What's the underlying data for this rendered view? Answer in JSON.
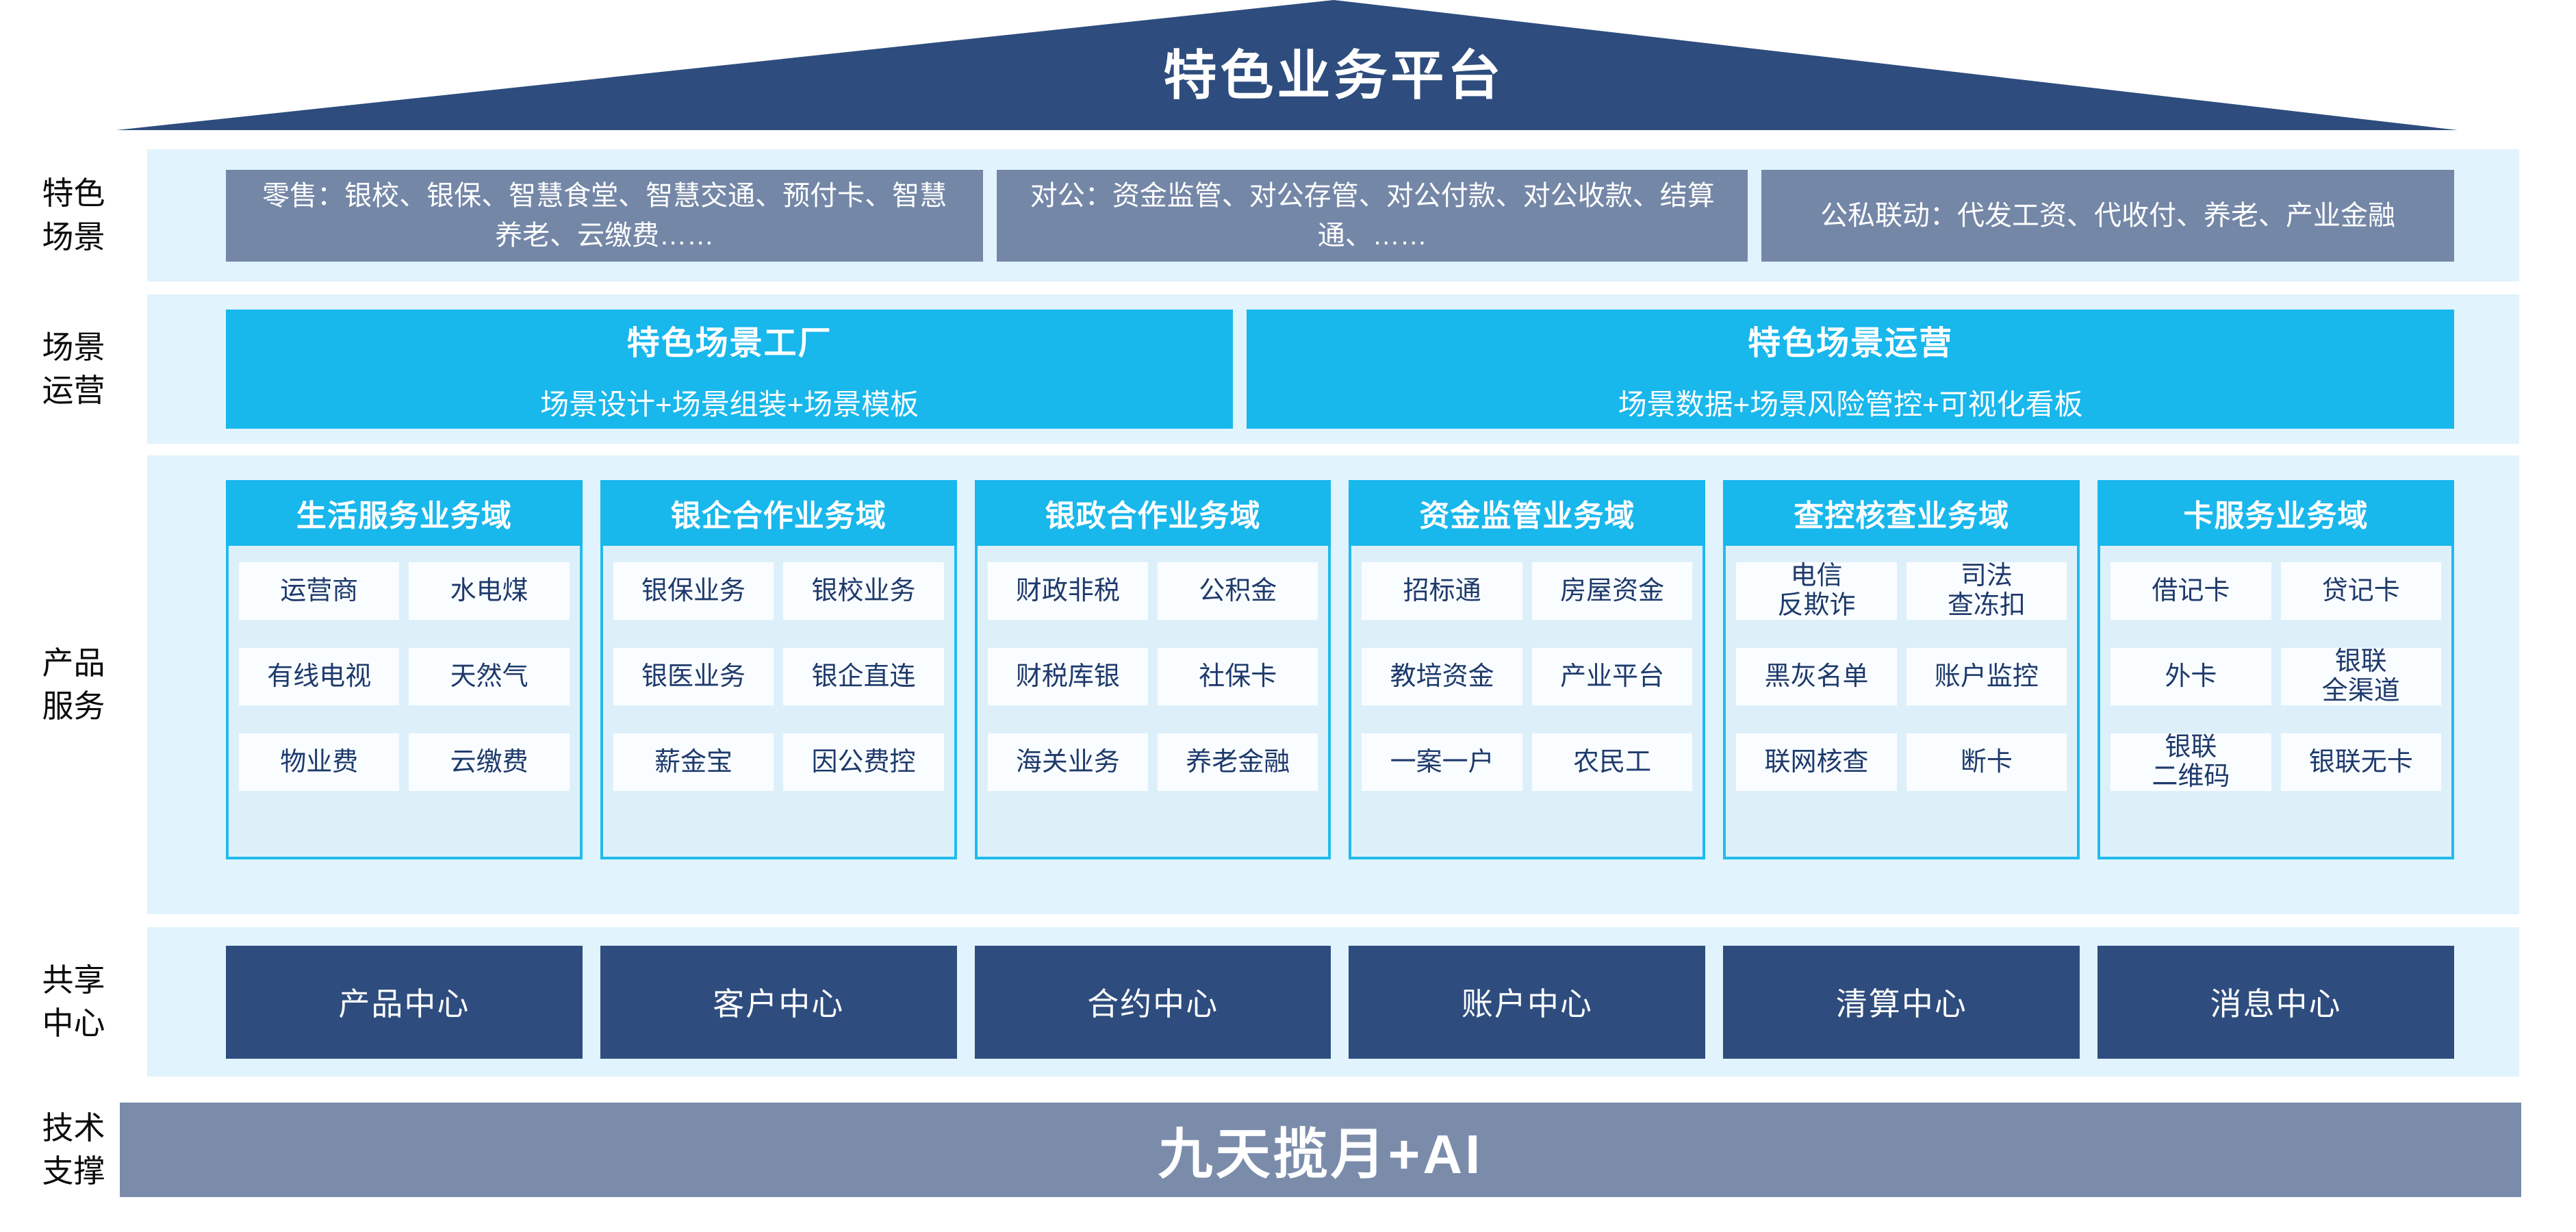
{
  "title": "特色业务平台",
  "colors": {
    "roof_navy": "#2e4d7e",
    "cyan": "#18b7ec",
    "scene_slate": "#7487a7",
    "panel_light_blue": "#e1f3fc",
    "column_body_blue": "#ddf0fa",
    "cell_text_navy": "#1e3a6c",
    "center_box_navy": "#2e4d7e",
    "tech_bar_slate": "#7b8cab"
  },
  "side_labels": {
    "scenes": "特色\n场景",
    "operation": "场景\n运营",
    "products": "产品\n服务",
    "shared": "共享\n中心",
    "tech": "技术\n支撑"
  },
  "scene_row": {
    "boxes": [
      "零售：银校、银保、智慧食堂、智慧交通、预付卡、智慧养老、云缴费……",
      "对公：资金监管、对公存管、对公付款、对公收款、结算通、……",
      "公私联动：代发工资、代收付、养老、产业金融"
    ]
  },
  "operation_row": {
    "factory": {
      "title": "特色场景工厂",
      "subtitle": "场景设计+场景组装+场景模板"
    },
    "ops": {
      "title": "特色场景运营",
      "subtitle": "场景数据+场景风险管控+可视化看板"
    }
  },
  "product_row": {
    "columns": [
      {
        "header": "生活服务业务域",
        "cells": [
          "运营商",
          "水电煤",
          "有线电视",
          "天然气",
          "物业费",
          "云缴费"
        ]
      },
      {
        "header": "银企合作业务域",
        "cells": [
          "银保业务",
          "银校业务",
          "银医业务",
          "银企直连",
          "薪金宝",
          "因公费控"
        ]
      },
      {
        "header": "银政合作业务域",
        "cells": [
          "财政非税",
          "公积金",
          "财税库银",
          "社保卡",
          "海关业务",
          "养老金融"
        ]
      },
      {
        "header": "资金监管业务域",
        "cells": [
          "招标通",
          "房屋资金",
          "教培资金",
          "产业平台",
          "一案一户",
          "农民工"
        ]
      },
      {
        "header": "查控核查业务域",
        "cells": [
          "电信\n反欺诈",
          "司法\n查冻扣",
          "黑灰名单",
          "账户监控",
          "联网核查",
          "断卡"
        ]
      },
      {
        "header": "卡服务业务域",
        "cells": [
          "借记卡",
          "贷记卡",
          "外卡",
          "银联\n全渠道",
          "银联\n二维码",
          "银联无卡"
        ]
      }
    ]
  },
  "shared_row": {
    "centers": [
      "产品中心",
      "客户中心",
      "合约中心",
      "账户中心",
      "清算中心",
      "消息中心"
    ]
  },
  "tech_row": {
    "bar": "九天揽月+AI"
  }
}
